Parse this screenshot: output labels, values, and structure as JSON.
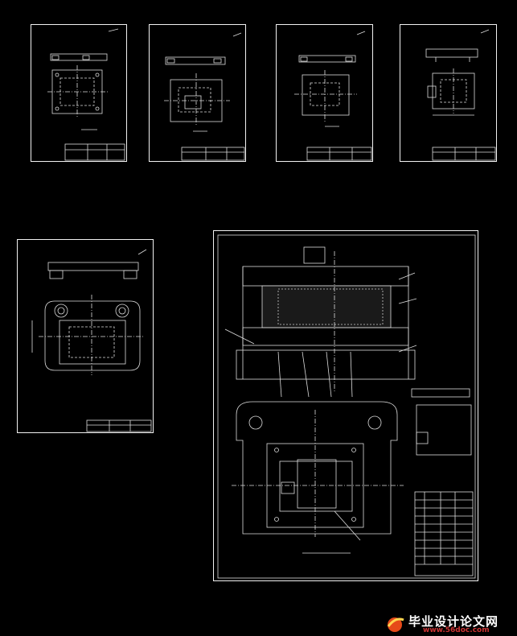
{
  "drawings": [
    {
      "id": "part-1"
    },
    {
      "id": "part-2"
    },
    {
      "id": "part-3"
    },
    {
      "id": "part-4"
    },
    {
      "id": "part-5"
    },
    {
      "id": "assembly"
    }
  ],
  "watermark": {
    "text": "毕业设计论文网",
    "url": "www.56doc.com"
  },
  "colors": {
    "background": "#000000",
    "line": "#f2f2f2",
    "watermark_text": "#ffffff",
    "watermark_url": "#cc3333"
  }
}
